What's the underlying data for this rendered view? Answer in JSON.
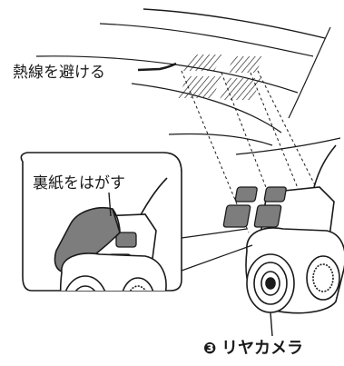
{
  "labels": {
    "heat_wire": "熱線を避ける",
    "peel_backing": "裏紙をはがす",
    "camera_number": "❸",
    "camera_name": "リヤカメラ"
  },
  "colors": {
    "ink": "#1a1a1a",
    "pad_gray": "#7d7d7d",
    "paper": "#ffffff"
  }
}
